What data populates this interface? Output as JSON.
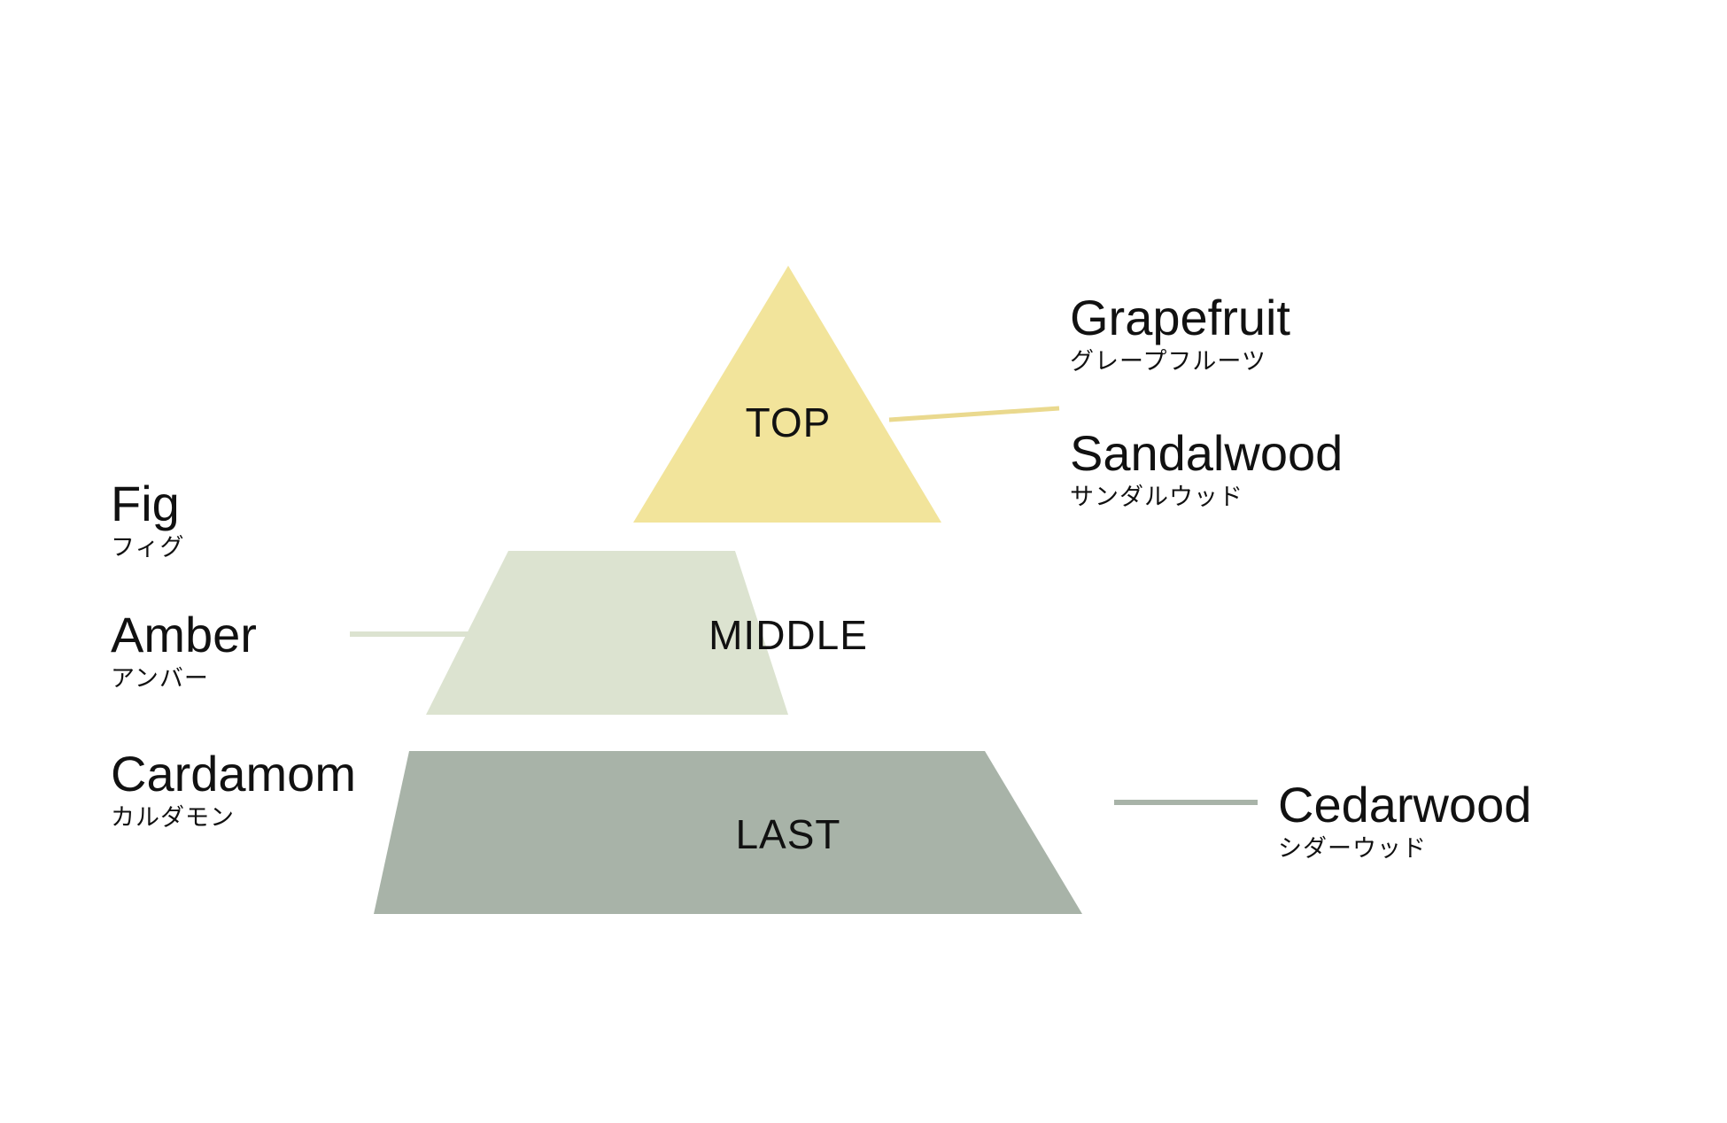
{
  "diagram": {
    "type": "fragrance-note-pyramid",
    "background_color": "#ffffff"
  },
  "chart_data": {
    "type": "pyramid",
    "title": "",
    "tiers": [
      {
        "id": "top",
        "label": "TOP",
        "color": "#f2e49b",
        "notes": [
          {
            "en": "Grapefruit",
            "ja": "グレープフルーツ"
          },
          {
            "en": "Sandalwood",
            "ja": "サンダルウッド"
          }
        ],
        "label_side": "right"
      },
      {
        "id": "middle",
        "label": "MIDDLE",
        "color": "#dce3d0",
        "notes": [
          {
            "en": "Fig",
            "ja": "フィグ"
          },
          {
            "en": "Amber",
            "ja": "アンバー"
          }
        ],
        "label_side": "left"
      },
      {
        "id": "last",
        "label": "LAST",
        "color": "#a8b3a8",
        "notes": [
          {
            "en": "Cardamom",
            "ja": "カルダモン"
          },
          {
            "en": "Cedarwood",
            "ja": "シダーウッド"
          }
        ],
        "label_side": "both"
      }
    ]
  },
  "tiers": {
    "top": {
      "label": "TOP"
    },
    "middle": {
      "label": "MIDDLE"
    },
    "last": {
      "label": "LAST"
    }
  },
  "notes": {
    "grapefruit": {
      "en": "Grapefruit",
      "ja": "グレープフルーツ"
    },
    "sandalwood": {
      "en": "Sandalwood",
      "ja": "サンダルウッド"
    },
    "fig": {
      "en": "Fig",
      "ja": "フィグ"
    },
    "amber": {
      "en": "Amber",
      "ja": "アンバー"
    },
    "cardamom": {
      "en": "Cardamom",
      "ja": "カルダモン"
    },
    "cedarwood": {
      "en": "Cedarwood",
      "ja": "シダーウッド"
    }
  },
  "colors": {
    "top_tier": "#f2e49b",
    "middle_tier": "#dce3d0",
    "last_tier": "#a8b3a8",
    "text": "#111111",
    "background": "#ffffff"
  }
}
